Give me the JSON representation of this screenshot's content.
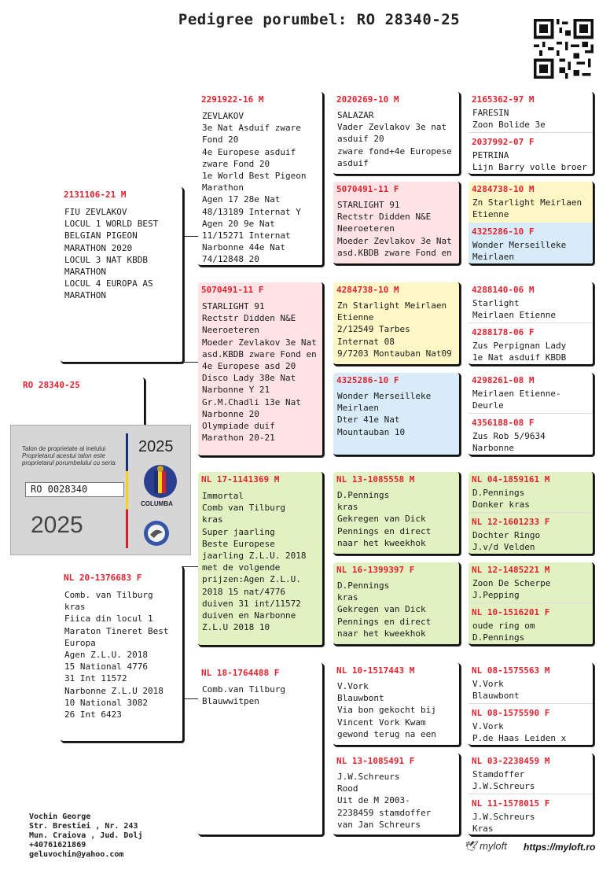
{
  "title": "Pedigree porumbel: RO 28340-25",
  "subject": {
    "ring": "RO 28340-25"
  },
  "talon": {
    "text1": "Talon de proprietate al inelului",
    "text2": "Proprietarul acestui talon este proprietarul porumbelului cu seria",
    "year": "2025",
    "serial": "RO 0028340",
    "brand": "COLUMBA"
  },
  "sire": {
    "ring": "2131106-21 M",
    "text": "FIU ZEVLAKOV\nLOCUL 1 WORLD BEST\nBELGIAN PIGEON\nMARATHON 2020\nLOCUL 3 NAT KBDB\nMARATHON\nLOCUL 4 EUROPA AS\nMARATHON"
  },
  "dam": {
    "ring": "NL 20-1376683 F",
    "text": "Comb. van Tilburg\nkras\nFiica din  locul 1\nMaraton Tineret Best\nEuropa\nAgen Z.L.U.     2018\n15 National     4776\n31 Int         11572\nNarbonne Z.L.U 2018\n10 National     3082\n26 Int          6423"
  },
  "gp1": {
    "ring": "2291922-16 M",
    "text": "ZEVLAKOV\n3e Nat Asduif zware\nFond 20\n4e Europese asduif\nzware Fond 20\n1e World Best Pigeon\nMarathon\nAgen 17 28e Nat\n48/13189 Internat Y\nAgen 20 9e Nat\n11/15271 Internat\nNarbonne 44e Nat\n74/12848 20"
  },
  "gp2": {
    "ring": "5070491-11 F",
    "text": "STARLIGHT 91\nRectstr Didden N&E\nNeeroeteren\nMoeder Zevlakov 3e Nat\nasd.KBDB zware Fond en\n4e Europese asd 20\nDisco Lady 38e Nat\nNarbonne Y 21\nGr.M.Chadli 13e Nat\nNarbonne 20\nOlympiade duif\nMarathon 20-21"
  },
  "gp3": {
    "ring": "NL 17-1141369 M",
    "text": "Immortal\nComb van Tilburg\nkras\nSuper jaarling\nBeste Europese\njaarling Z.L.U. 2018\nmet de volgende\nprijzen:Agen Z.L.U.\n2018 15 nat/4776\nduiven 31 int/11572\nduiven en Narbonne\nZ.L.U 2018 10"
  },
  "gp4": {
    "ring": "NL 18-1764488 F",
    "text": "Comb.van Tilburg\nBlauwwitpen"
  },
  "ggp": [
    {
      "ring": "2020269-10 M",
      "text": "SALAZAR\nVader Zevlakov 3e nat\nasduif 20\nzware fond+4e Europese\nasduif"
    },
    {
      "ring": "5070491-11 F",
      "text": "STARLIGHT 91\nRectstr Didden N&E\nNeeroeteren\nMoeder Zevlakov 3e Nat\nasd.KBDB zware Fond en"
    },
    {
      "ring": "4284738-10 M",
      "text": "Zn Starlight Meirlaen\nEtienne\n2/12549 Tarbes\nInternat 08\n9/7203 Montauban Nat09"
    },
    {
      "ring": "4325286-10 F",
      "text": "Wonder Merseilleke\nMeirlaen\nDter 41e Nat\nMountauban 10"
    },
    {
      "ring": "NL 13-1085558 M",
      "text": "D.Pennings\nkras\nGekregen van Dick\nPennings en direct\nnaar het kweekhok"
    },
    {
      "ring": "NL 16-1399397 F",
      "text": "D.Pennings\nkras\nGekregen van Dick\nPennings en direct\nnaar het kweekhok"
    },
    {
      "ring": "NL 10-1517443 M",
      "text": "V.Vork\nBlauwbont\nVia bon gekocht bij\nVincent Vork Kwam\ngewond terug na een"
    },
    {
      "ring": "NL 13-1085491 F",
      "text": "J.W.Schreurs\nRood\nUit de M 2003-\n2238459 stamdoffer\nvan Jan Schreurs"
    }
  ],
  "gggp": [
    {
      "ring": "2165362-97 M",
      "text": "FARESIN\nZoon Bolide 3e"
    },
    {
      "ring": "2037992-07 F",
      "text": "PETRINA\nLijn Barry volle broer"
    },
    {
      "ring": "4284738-10 M",
      "text": "Zn Starlight Meirlaen\nEtienne"
    },
    {
      "ring": "4325286-10 F",
      "text": "Wonder Merseilleke\nMeirlaen"
    },
    {
      "ring": "4288140-06 M",
      "text": "Starlight\nMeirlaen Etienne"
    },
    {
      "ring": "4288178-06 F",
      "text": "Zus Perpignan Lady\n1e Nat asduif KBDB"
    },
    {
      "ring": "4298261-08 M",
      "text": "Meirlaen Etienne-\nDeurle"
    },
    {
      "ring": "4356188-08 F",
      "text": "Zus Rob 5/9634\nNarbonne"
    },
    {
      "ring": "NL 04-1859161 M",
      "text": "D.Pennings\nDonker kras"
    },
    {
      "ring": "NL 12-1601233 F",
      "text": "Dochter Ringo\nJ.v/d Velden"
    },
    {
      "ring": "NL 12-1485221 M",
      "text": "Zoon De Scherpe\nJ.Pepping"
    },
    {
      "ring": "NL 10-1516201 F",
      "text": "oude ring om\nD.Pennings"
    },
    {
      "ring": "NL 08-1575563 M",
      "text": "V.Vork\nBlauwbont"
    },
    {
      "ring": "NL 08-1575590 F",
      "text": "V.Vork\nP.de Haas Leiden x"
    },
    {
      "ring": "NL 03-2238459 M",
      "text": "Stamdoffer\nJ.W.Schreurs"
    },
    {
      "ring": "NL 11-1578015 F",
      "text": "J.W.Schreurs\nKras"
    }
  ],
  "owner": "Vochin George\nStr. Brestiei , Nr. 243\nMun. Craiova , Jud. Dolj\n+40761621869\ngeluvochin@yahoo.com",
  "brand_logo": "myloft",
  "brand_url": "https://myloft.ro"
}
